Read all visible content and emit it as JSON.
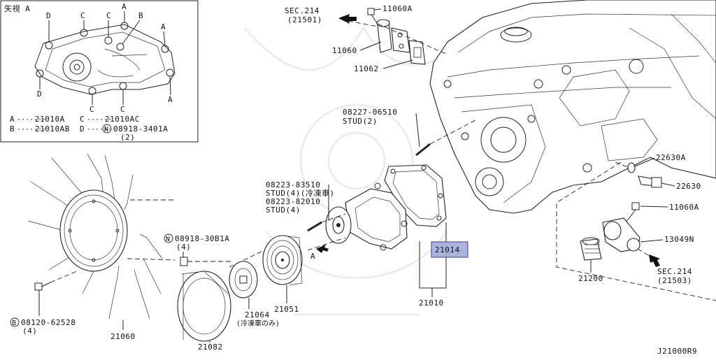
{
  "diagram_id": "J21000R9",
  "inset": {
    "title": "矢視 A",
    "callouts": [
      "A",
      "A",
      "A",
      "B",
      "C",
      "C",
      "C",
      "C",
      "D",
      "D"
    ],
    "legend": [
      {
        "key": "A",
        "dots": "·······",
        "value": "21010A"
      },
      {
        "key": "B",
        "dots": "·······",
        "value": "21010AB"
      },
      {
        "key": "C",
        "dots": "······",
        "value": "21010AC"
      },
      {
        "key": "D",
        "dots": "······",
        "value": "08918-3401A",
        "circled": "N",
        "qty": "(2)"
      }
    ]
  },
  "parts": {
    "sec214_a": {
      "line1": "SEC.214",
      "line2": "(21501)"
    },
    "sec214_b": {
      "line1": "SEC.214",
      "line2": "(21503)"
    },
    "p11060A_top": "11060A",
    "p11060": "11060",
    "p11062": "11062",
    "stud_08227": {
      "line1": "08227-06510",
      "line2": "STUD(2)"
    },
    "p22630A": "22630A",
    "p22630": "22630",
    "stud_08223_83510": {
      "line1": "08223-83510",
      "line2": "STUD(4)(冷凍車)"
    },
    "stud_08223_82010": {
      "line1": "08223-82010",
      "line2": "STUD(4)"
    },
    "p11060A_right": "11060A",
    "p13049N": "13049N",
    "p21014": "21014",
    "p21010": "21010",
    "p21200": "21200",
    "p08918_30B1A": {
      "circled": "N",
      "line1": "08918-30B1A",
      "line2": "(4)"
    },
    "p21051": "21051",
    "p21064": {
      "line1": "21064",
      "line2": "(冷凍車のみ)"
    },
    "p08120_62528": {
      "circled": "B",
      "line1": "08120-62528",
      "line2": "(4)"
    },
    "p21060": "21060",
    "p21082": "21082",
    "view_arrow_label": "A"
  },
  "colors": {
    "highlight_fill": "#aab2de",
    "highlight_border": "#3c3c8c",
    "line": "#222222",
    "watermark": "#ececec"
  }
}
